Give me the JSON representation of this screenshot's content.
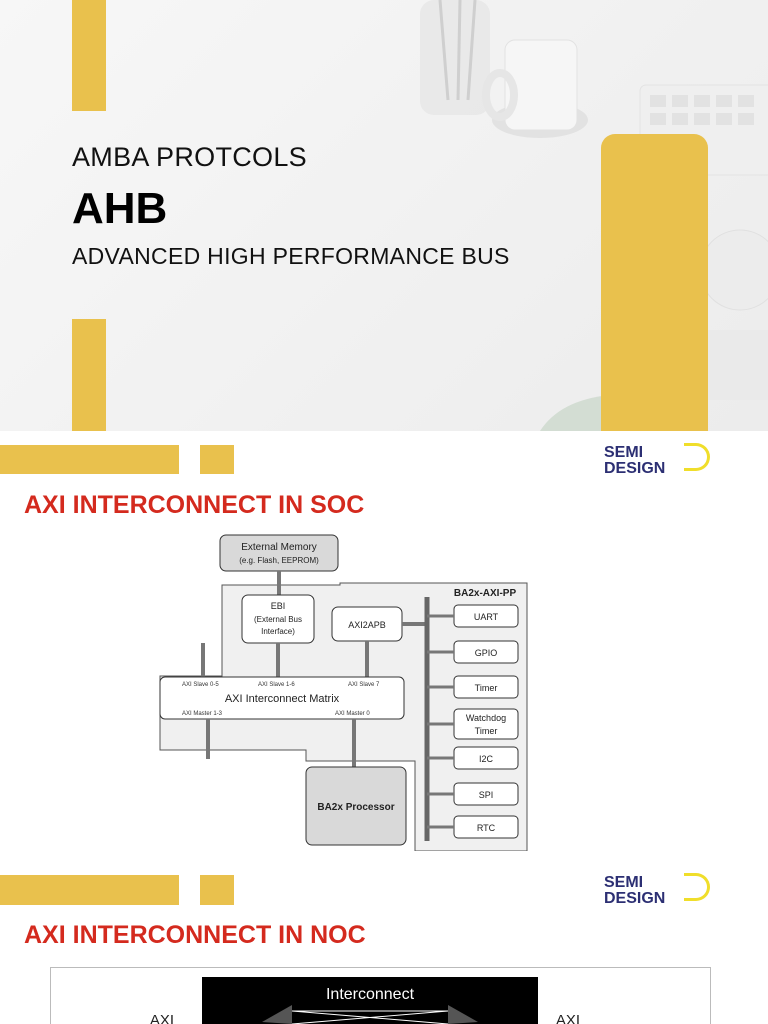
{
  "title_slide": {
    "line1": "AMBA PROTCOLS",
    "line2": "AHB",
    "line3": "ADVANCED HIGH PERFORMANCE BUS"
  },
  "logo": {
    "line1": "SEMI",
    "line2": "DESIGN"
  },
  "slide2": {
    "heading": "AXI INTERCONNECT IN SOC",
    "diagram": {
      "external_memory": "External Memory",
      "external_memory_sub": "(e.g. Flash, EEPROM)",
      "ebi": "EBI",
      "ebi_sub1": "(External Bus",
      "ebi_sub2": "Interface)",
      "axi2apb": "AXI2APB",
      "group_label": "BA2x-AXI-PP",
      "peripherals": [
        "UART",
        "GPIO",
        "Timer",
        "Watchdog",
        "Timer",
        "I2C",
        "SPI",
        "RTC"
      ],
      "slave_0_5": "AXI Slave 0-5",
      "slave_1_6": "AXI Slave 1-6",
      "slave_7": "AXI Slave 7",
      "matrix": "AXI Interconnect Matrix",
      "master_1_3": "AXI Master 1-3",
      "master_0": "AXI Master 0",
      "processor": "BA2x Processor"
    }
  },
  "slide3": {
    "heading": "AXI INTERCONNECT IN NOC",
    "interconnect": "Interconnect",
    "left_label": "AXI",
    "right_label": "AXI"
  },
  "colors": {
    "accent_yellow": "#e9c14d",
    "heading_red": "#d42a1e",
    "logo_navy": "#2c2f73",
    "logo_yellow": "#f0de2a"
  }
}
